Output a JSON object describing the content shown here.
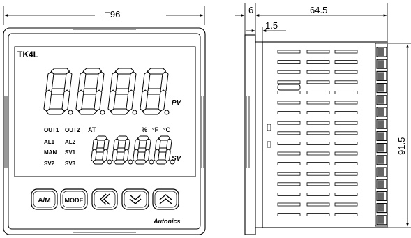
{
  "front_view": {
    "width_dim": "□96",
    "model": "TK4L",
    "pv_label": "PV",
    "sv_label": "SV",
    "at_label": "AT",
    "unit_percent": "%",
    "unit_f": "°F",
    "unit_c": "°C",
    "indicators_left": [
      "OUT1",
      "AL1",
      "MAN",
      "SV2"
    ],
    "indicators_right": [
      "OUT2",
      "AL2",
      "SV1",
      "SV3"
    ],
    "buttons": [
      "A/M",
      "MODE",
      "《",
      "︾",
      "︽"
    ],
    "brand": "Autonics"
  },
  "side_view": {
    "dim_bezel": "6",
    "dim_depth": "64.5",
    "dim_panel": "1.5",
    "dim_height": "91.5"
  }
}
